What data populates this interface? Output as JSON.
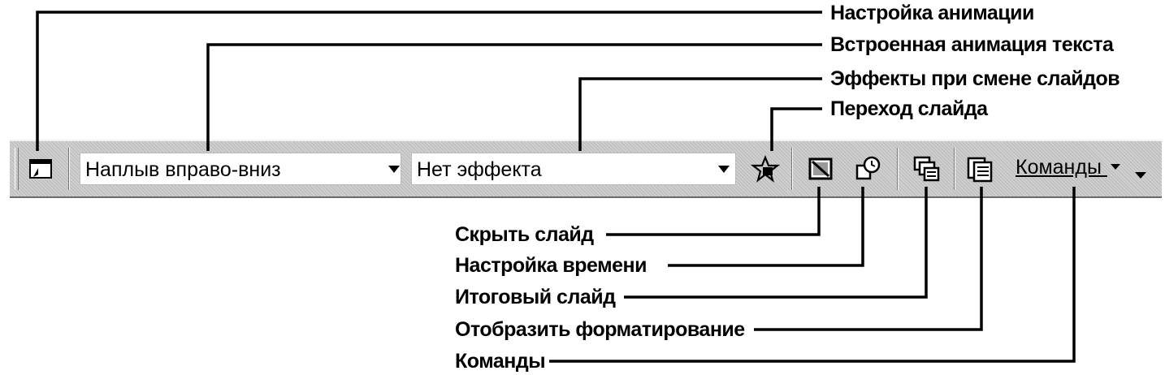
{
  "top_callouts": [
    {
      "key": "custom_animation",
      "label": "Настройка анимации"
    },
    {
      "key": "text_animation",
      "label": "Встроенная анимация текста"
    },
    {
      "key": "transition_effects",
      "label": "Эффекты при смене слайдов"
    },
    {
      "key": "slide_transition",
      "label": "Переход слайда"
    }
  ],
  "toolbar": {
    "animation_combo_value": "Наплыв вправо-вниз",
    "effect_combo_value": "Нет эффекта",
    "commands_label": "Команды"
  },
  "bottom_callouts": [
    {
      "key": "hide_slide",
      "label": "Скрыть слайд"
    },
    {
      "key": "rehearse_timings",
      "label": "Настройка времени"
    },
    {
      "key": "summary_slide",
      "label": "Итоговый слайд"
    },
    {
      "key": "show_formatting",
      "label": "Отобразить форматирование"
    },
    {
      "key": "commands",
      "label": "Команды"
    }
  ],
  "icons": {
    "custom_animation": "animation-settings-icon",
    "slide_transition": "transition-star-icon",
    "hide_slide": "hide-slide-icon",
    "rehearse_timings": "timings-clock-icon",
    "summary_slide": "summary-slide-icon",
    "show_formatting": "show-formatting-icon",
    "dropdown": "chevron-down-icon",
    "overflow": "toolbar-overflow-icon"
  }
}
